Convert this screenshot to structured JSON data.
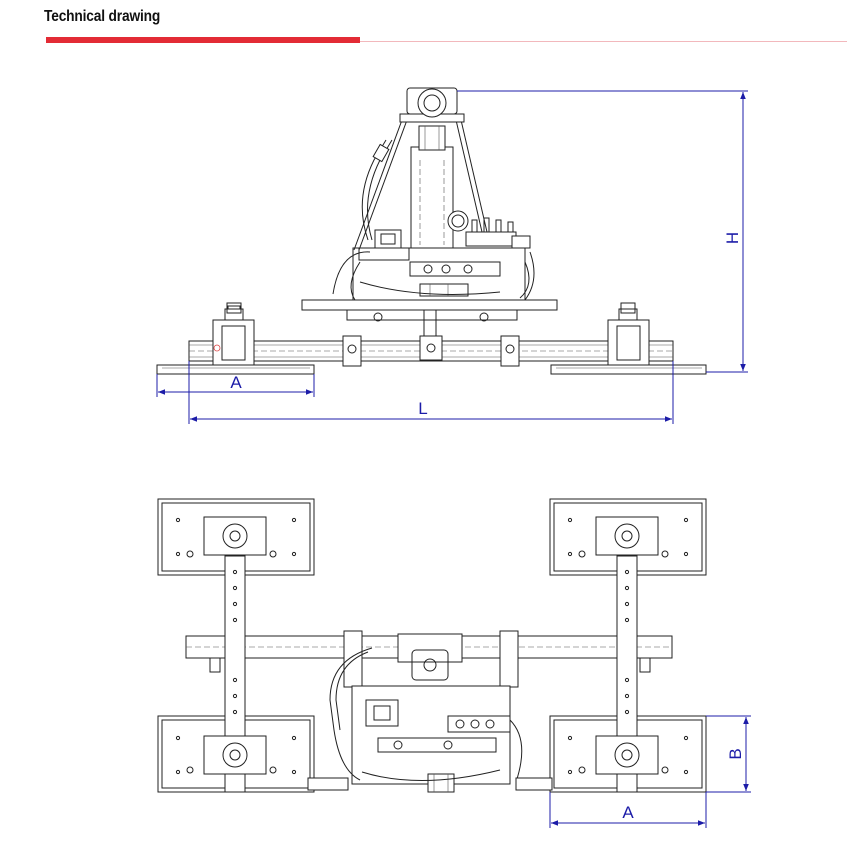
{
  "header": {
    "title": "Technical drawing",
    "accent_color": "#e32b35"
  },
  "dimensions": {
    "side_view": {
      "width_label": "A",
      "length_label": "L",
      "height_label": "H"
    },
    "top_view": {
      "width_label": "A",
      "depth_label": "B"
    },
    "dimension_color": "#1c1ca8"
  }
}
